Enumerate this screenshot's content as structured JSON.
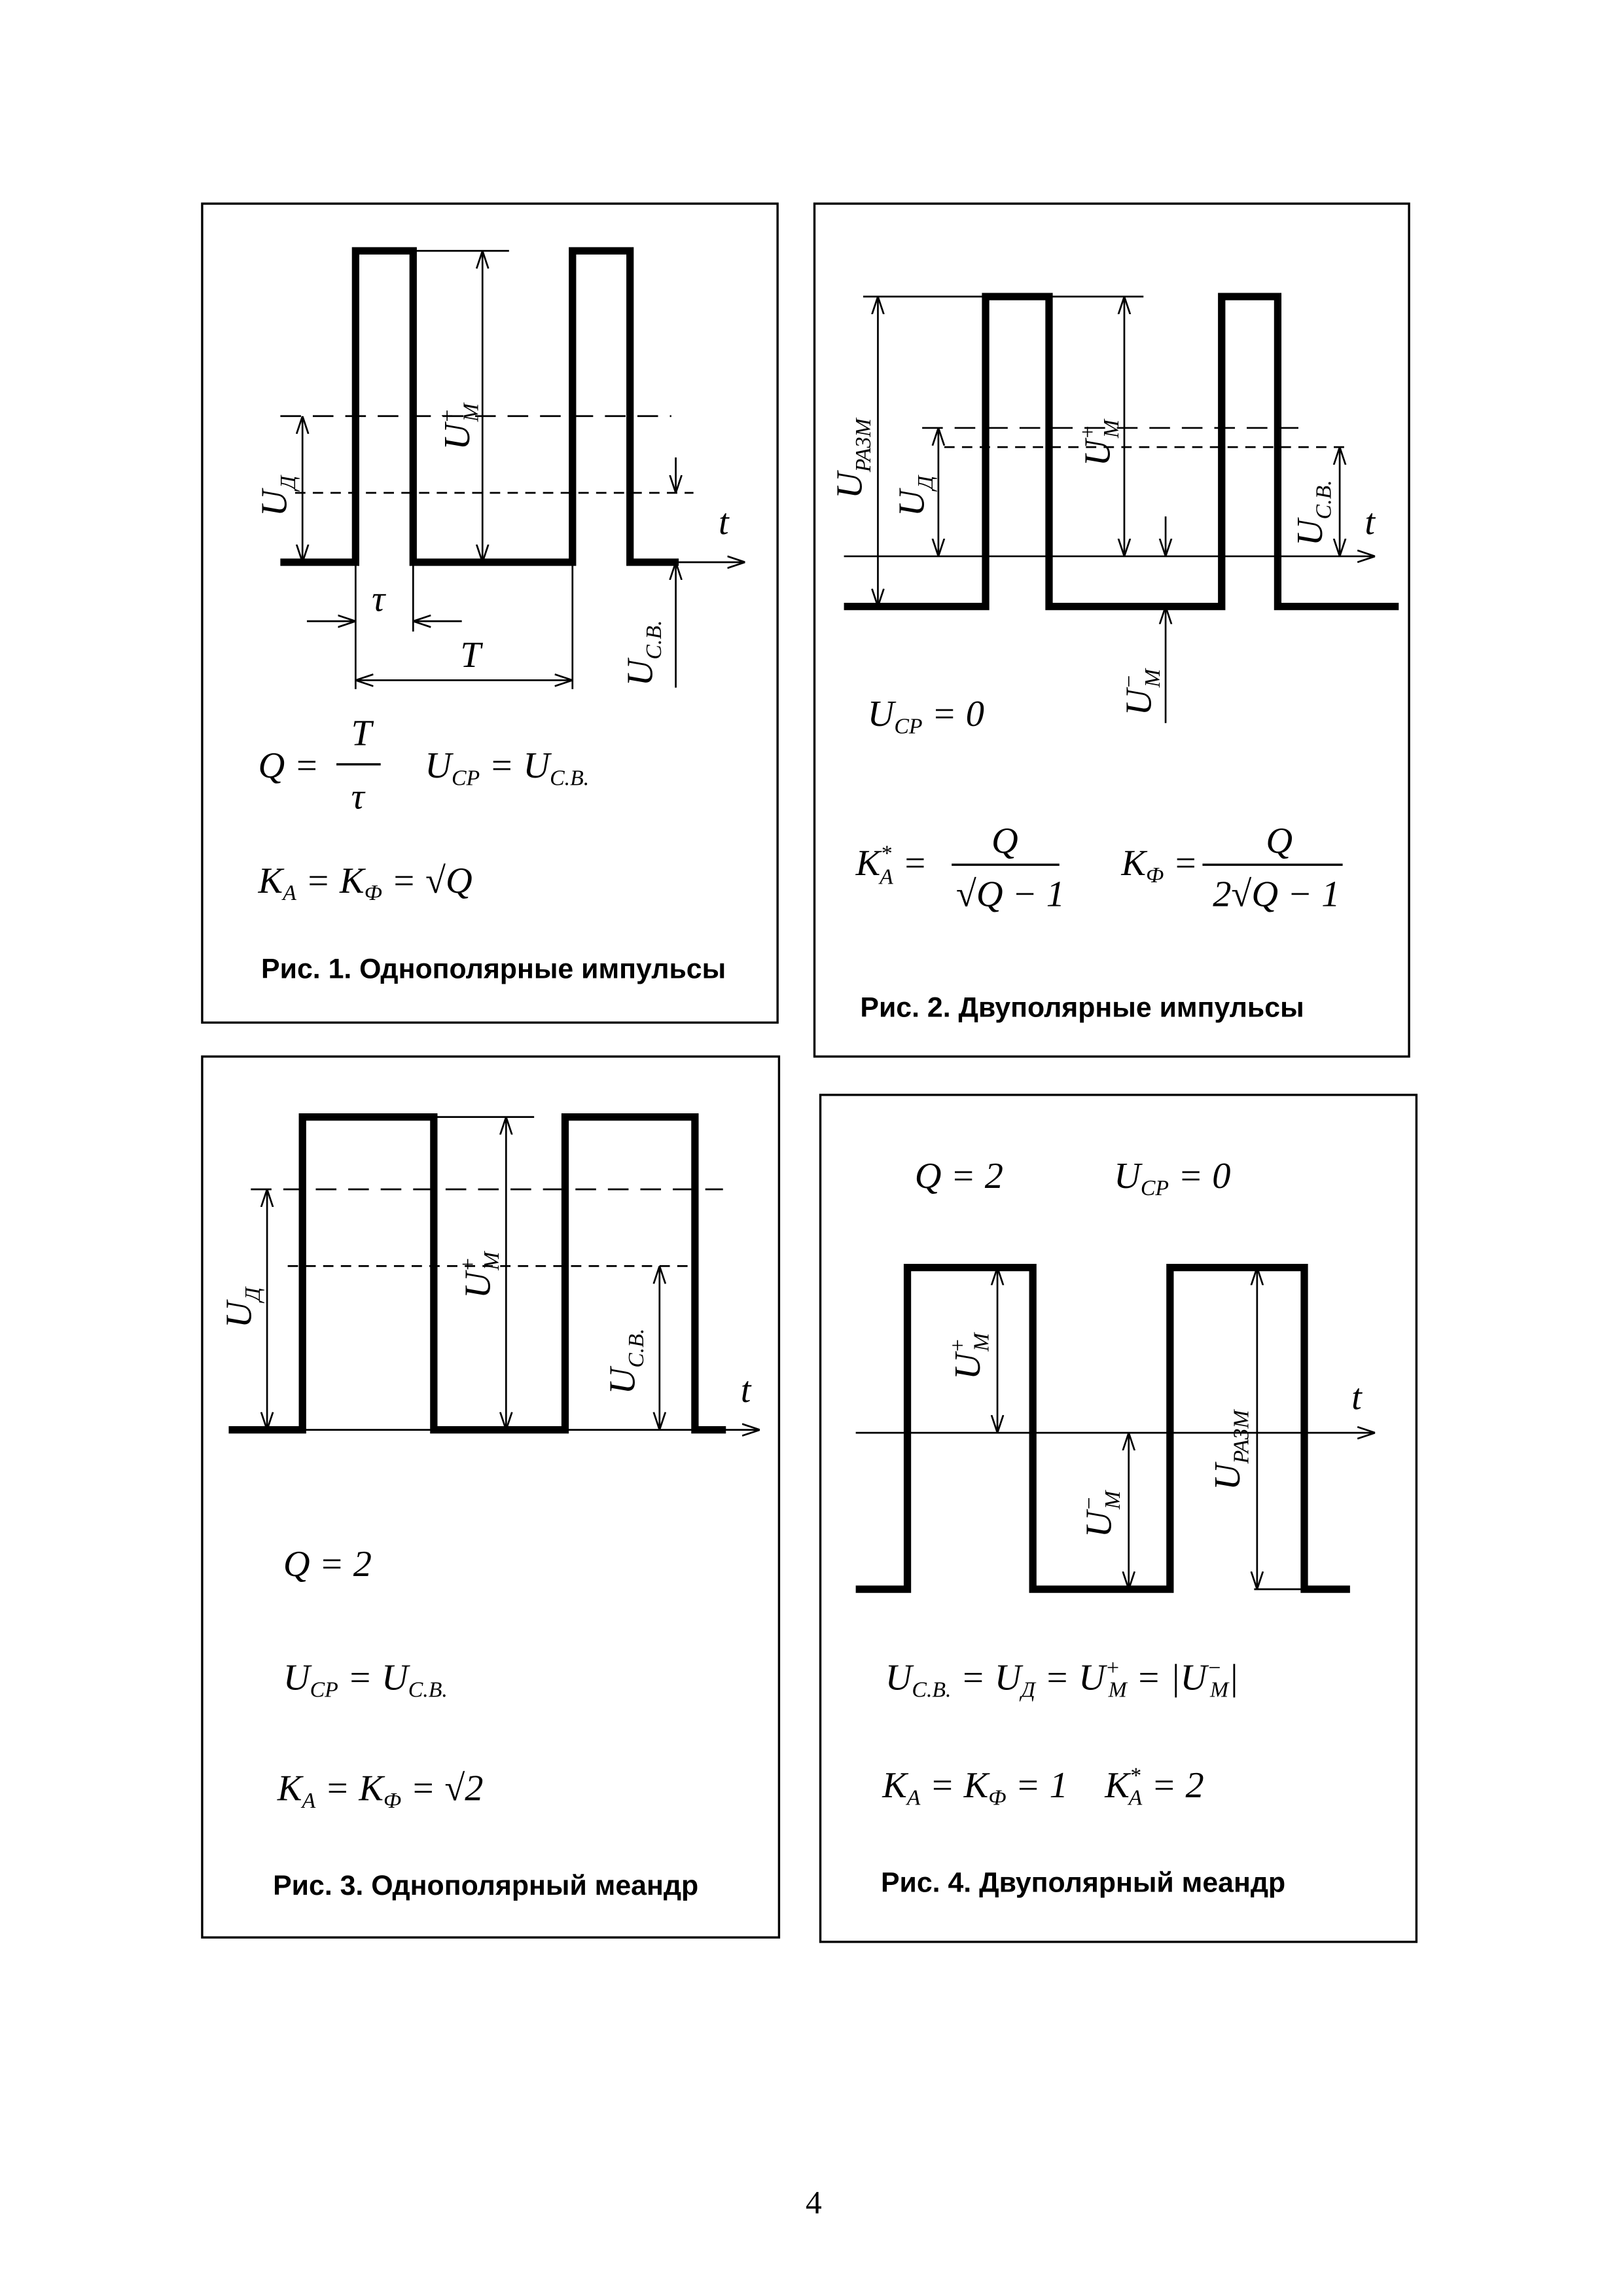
{
  "page_number": "4",
  "axis_label": "t",
  "fig1": {
    "caption": "Рис. 1. Однополярные импульсы",
    "labels": {
      "ud": [
        "U",
        "Д"
      ],
      "um_plus": [
        "U",
        "+",
        "M"
      ],
      "ucv": [
        "U",
        "C.B."
      ],
      "tau": "τ",
      "T": "T"
    },
    "formula_q": {
      "lhs": "Q =",
      "num": "T",
      "den": "τ"
    },
    "formula_ucp": [
      "U",
      "CP",
      " = U",
      "C.B."
    ],
    "formula_k": [
      "K",
      "A",
      " = K",
      "Ф",
      " = √Q"
    ]
  },
  "fig2": {
    "caption": "Рис. 2. Двуполярные импульсы",
    "labels": {
      "urazm": [
        "U",
        "PA3M"
      ],
      "ud": [
        "U",
        "Д"
      ],
      "um_plus": [
        "U",
        "+",
        "M"
      ],
      "ucv": [
        "U",
        "C.B."
      ],
      "um_minus": [
        "U",
        "−",
        "M"
      ]
    },
    "formula_ucp": [
      "U",
      "CP",
      " = 0"
    ],
    "formula_ka": {
      "lhs": [
        "K",
        "*",
        "A",
        " ="
      ],
      "num": "Q",
      "den": "√Q − 1"
    },
    "formula_kf": {
      "lhs": [
        "K",
        "Ф",
        " ="
      ],
      "num": "Q",
      "den": "2√Q − 1"
    }
  },
  "fig3": {
    "caption": "Рис. 3. Однополярный меандр",
    "labels": {
      "ud": [
        "U",
        "Д"
      ],
      "um_plus": [
        "U",
        "+",
        "M"
      ],
      "ucv": [
        "U",
        "C.B."
      ]
    },
    "formula_q": "Q = 2",
    "formula_ucp": [
      "U",
      "CP",
      " = U",
      "C.B."
    ],
    "formula_k": [
      "K",
      "A",
      " = K",
      "Ф",
      " = √2"
    ]
  },
  "fig4": {
    "caption": "Рис. 4. Двуполярный меандр",
    "labels": {
      "um_plus": [
        "U",
        "+",
        "M"
      ],
      "um_minus": [
        "U",
        "−",
        "M"
      ],
      "urazm": [
        "U",
        "PA3M"
      ]
    },
    "formula_q": "Q = 2",
    "formula_ucp": [
      "U",
      "CP",
      " = 0"
    ],
    "formula_eq": [
      "U",
      "C.B.",
      " = U",
      "Д",
      " = U",
      "+",
      "M",
      " = |U",
      "−",
      "M",
      "|"
    ],
    "formula_k": [
      "K",
      "A",
      " = K",
      "Ф",
      " = 1    K",
      "*",
      "A",
      " = 2"
    ]
  }
}
